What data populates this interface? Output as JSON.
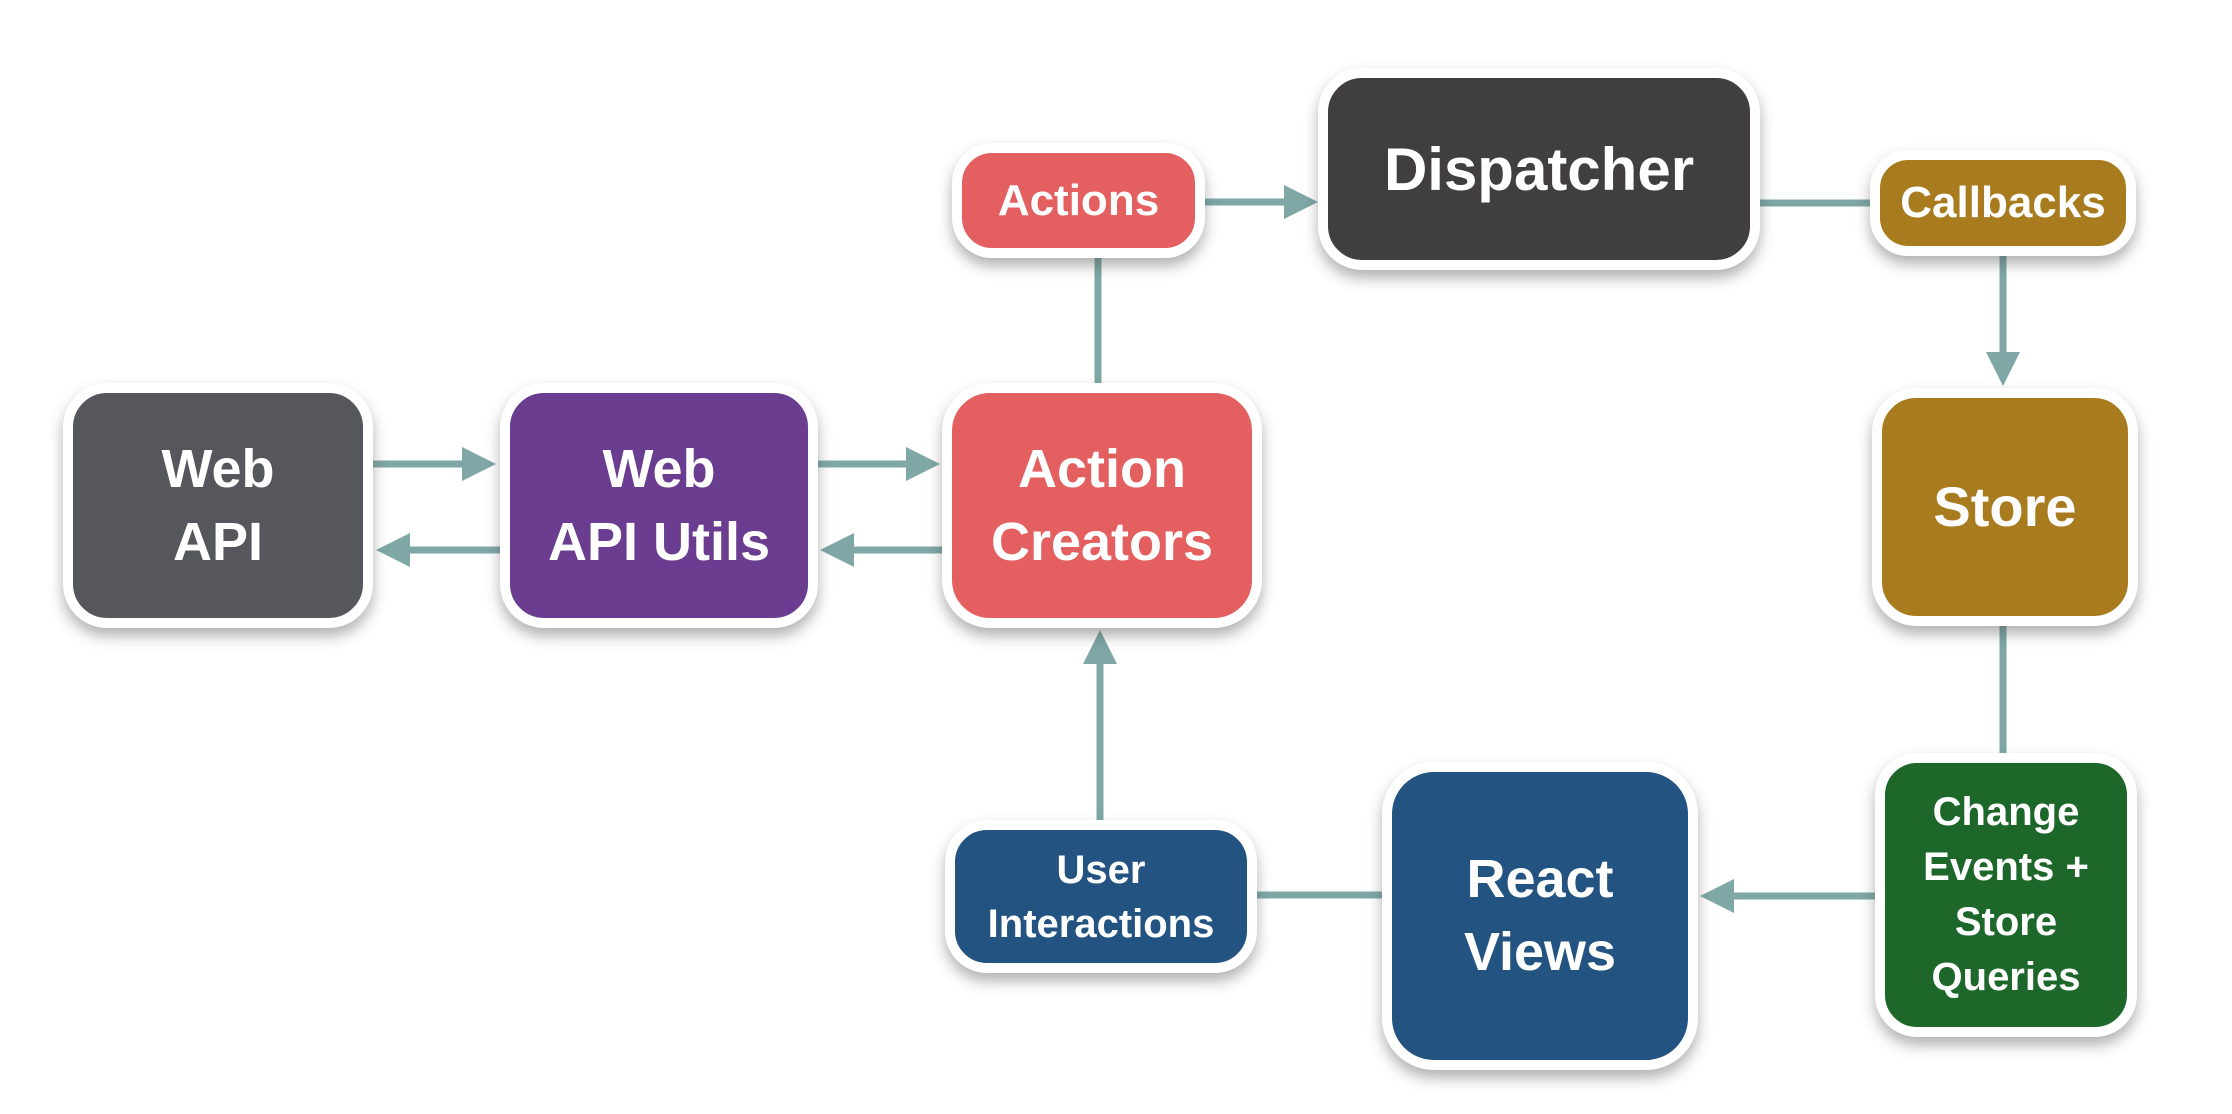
{
  "diagram": {
    "type": "flowchart",
    "description_visible": false,
    "background": "#ffffff"
  },
  "colors": {
    "arrow": "#7ea7a6",
    "node_border": "#ffffff",
    "node_text": "#ffffff",
    "gray": "#55575d",
    "charcoal": "#413e40",
    "purple": "#6a3d90",
    "coral": "#e45f60",
    "gold": "#a87c1e",
    "green": "#1d672b",
    "blue": "#235380"
  },
  "nodes": {
    "web_api": {
      "lines": [
        "Web",
        "API"
      ],
      "color": "#55575d"
    },
    "web_api_utils": {
      "lines": [
        "Web",
        "API Utils"
      ],
      "color": "#6a3d90"
    },
    "action_creators": {
      "lines": [
        "Action",
        "Creators"
      ],
      "color": "#e45f60"
    },
    "actions": {
      "lines": [
        "Actions"
      ],
      "color": "#e45f60"
    },
    "dispatcher": {
      "lines": [
        "Dispatcher"
      ],
      "color": "#413e40"
    },
    "callbacks": {
      "lines": [
        "Callbacks"
      ],
      "color": "#a87c1e"
    },
    "store": {
      "lines": [
        "Store"
      ],
      "color": "#a87c1e"
    },
    "change_events": {
      "lines": [
        "Change",
        "Events +",
        "Store",
        "Queries"
      ],
      "color": "#1d672b"
    },
    "react_views": {
      "lines": [
        "React",
        "Views"
      ],
      "color": "#235380"
    },
    "user_interactions": {
      "lines": [
        "User",
        "Interactions"
      ],
      "color": "#235380"
    }
  },
  "edges": [
    {
      "from": "web_api",
      "to": "web_api_utils",
      "arrowhead": true
    },
    {
      "from": "web_api_utils",
      "to": "web_api",
      "arrowhead": true
    },
    {
      "from": "web_api_utils",
      "to": "action_creators",
      "arrowhead": true
    },
    {
      "from": "action_creators",
      "to": "web_api_utils",
      "arrowhead": true
    },
    {
      "from": "action_creators",
      "to": "actions",
      "arrowhead": false
    },
    {
      "from": "actions",
      "to": "dispatcher",
      "arrowhead": true
    },
    {
      "from": "dispatcher",
      "to": "callbacks",
      "arrowhead": false
    },
    {
      "from": "callbacks",
      "to": "store",
      "arrowhead": true
    },
    {
      "from": "store",
      "to": "change_events",
      "arrowhead": false
    },
    {
      "from": "change_events",
      "to": "react_views",
      "arrowhead": true
    },
    {
      "from": "react_views",
      "to": "user_interactions",
      "arrowhead": false
    },
    {
      "from": "user_interactions",
      "to": "action_creators",
      "arrowhead": true
    }
  ]
}
